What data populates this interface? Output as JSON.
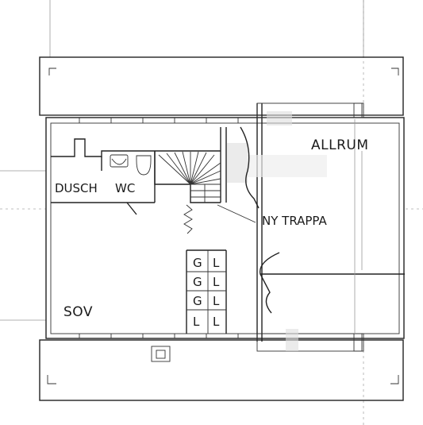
{
  "rooms": {
    "allrum": "ALLRUM",
    "dusch": "DUSCH",
    "wc": "WC",
    "sov": "SOV"
  },
  "annotations": {
    "ny_trappa": "NY TRAPPA"
  },
  "wardrobe": {
    "rows": [
      {
        "left": "G",
        "right": "L"
      },
      {
        "left": "G",
        "right": "L"
      },
      {
        "left": "G",
        "right": "L"
      },
      {
        "left": "L",
        "right": "L"
      }
    ]
  }
}
